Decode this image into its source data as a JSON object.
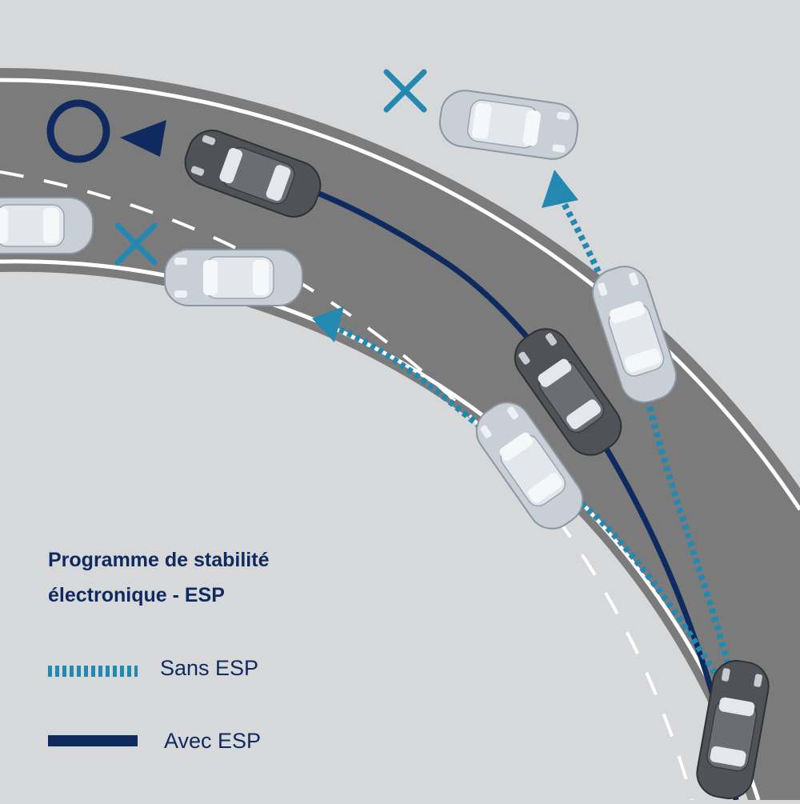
{
  "title": {
    "line1": "Programme de stabilité",
    "line2": "électronique - ESP"
  },
  "legend": {
    "without_esp": "Sans ESP",
    "with_esp": "Avec ESP"
  },
  "colors": {
    "background": "#d7d8da",
    "road": "#7b7b7b",
    "road_edge_line": "#ffffff",
    "with_esp_path": "#0f2a5e",
    "without_esp_path": "#2489b1",
    "success_mark": "#0f2a5e",
    "fail_mark": "#2489b1",
    "car_light": "#c9cfd6",
    "car_dark": "#55585c"
  },
  "icons": {
    "success": "circle-icon",
    "failure": "cross-icon",
    "direction": "arrow-icon"
  }
}
